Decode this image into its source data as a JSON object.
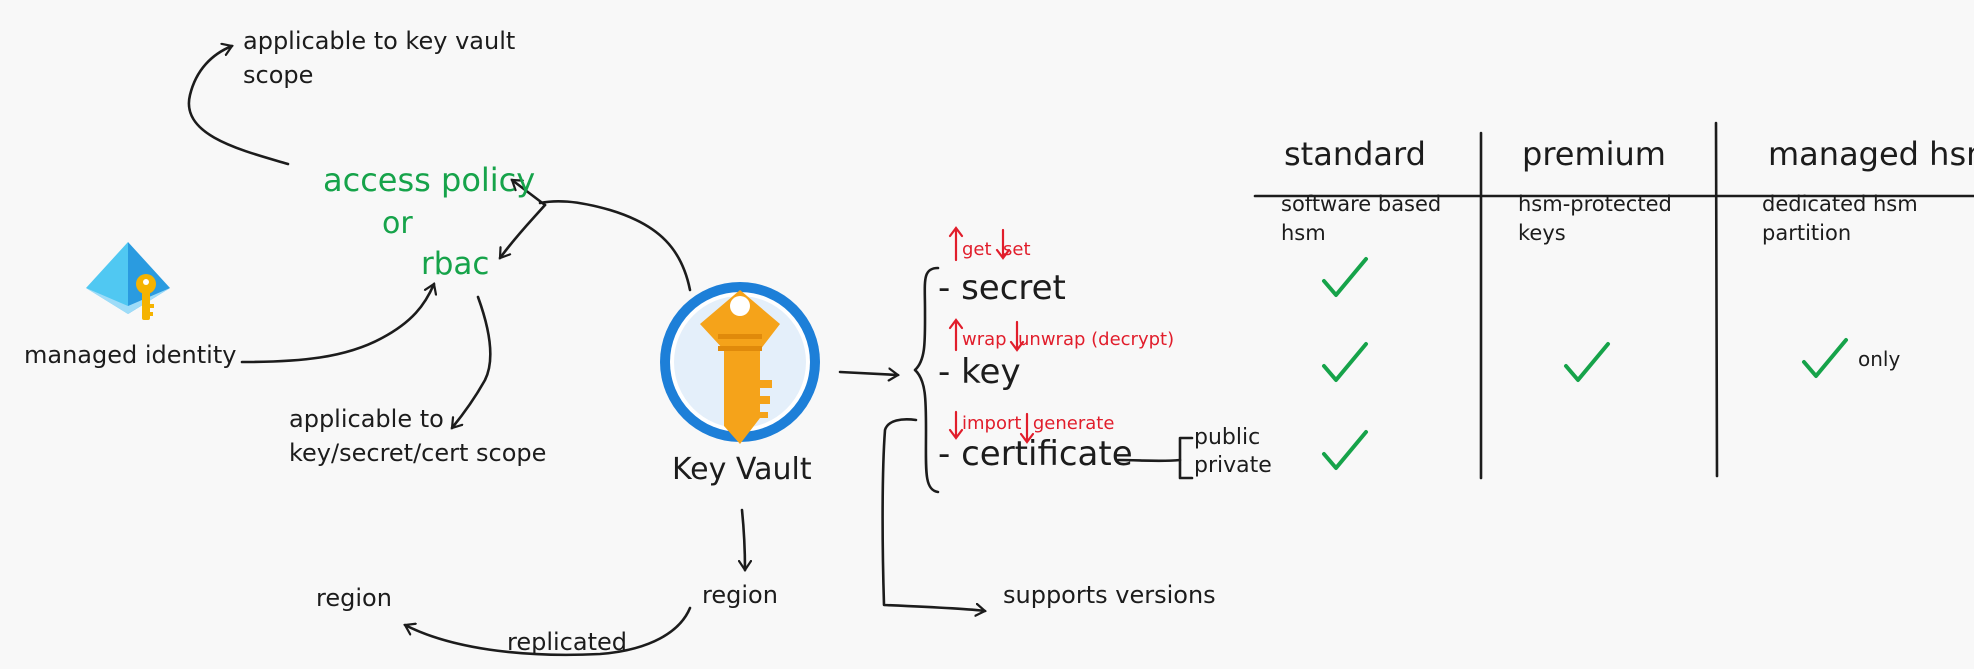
{
  "colors": {
    "background": "#f8f8f8",
    "ink": "#1c1c1c",
    "green": "#16a34a",
    "red": "#e11d2b",
    "vault_blue": "#1d7fd8",
    "key_orange": "#f5a31a"
  },
  "icons": {
    "managed_identity": "pyramid-key-icon",
    "key_vault": "key-vault-icon",
    "check": "checkmark-icon"
  },
  "notes": {
    "vault_scope": "applicable to key vault\nscope",
    "access_policy": "access policy",
    "or": "or",
    "rbac": "rbac",
    "managed_identity": "managed identity",
    "object_scope": "applicable to\nkey/secret/cert scope",
    "key_vault": "Key Vault",
    "region_main": "region",
    "region_replica": "region",
    "replicated": "replicated",
    "supports_versions": "supports versions"
  },
  "items": {
    "secret": "- secret",
    "key": "- key",
    "certificate": "- certificate",
    "secret_ops": "get  set",
    "key_ops": "wrap  unwrap (decrypt)",
    "cert_ops": "import  generate",
    "public": "public",
    "private": "private"
  },
  "tiers": {
    "standard": "standard",
    "standard_desc": "software based\nhsm",
    "premium": "premium",
    "premium_desc": "hsm-protected\nkeys",
    "managed": "managed hsm",
    "managed_desc": "dedicated hsm\npartition",
    "only": "only"
  },
  "support": {
    "secret": [
      "standard"
    ],
    "key": [
      "standard",
      "premium",
      "managed"
    ],
    "certificate": [
      "standard"
    ]
  }
}
